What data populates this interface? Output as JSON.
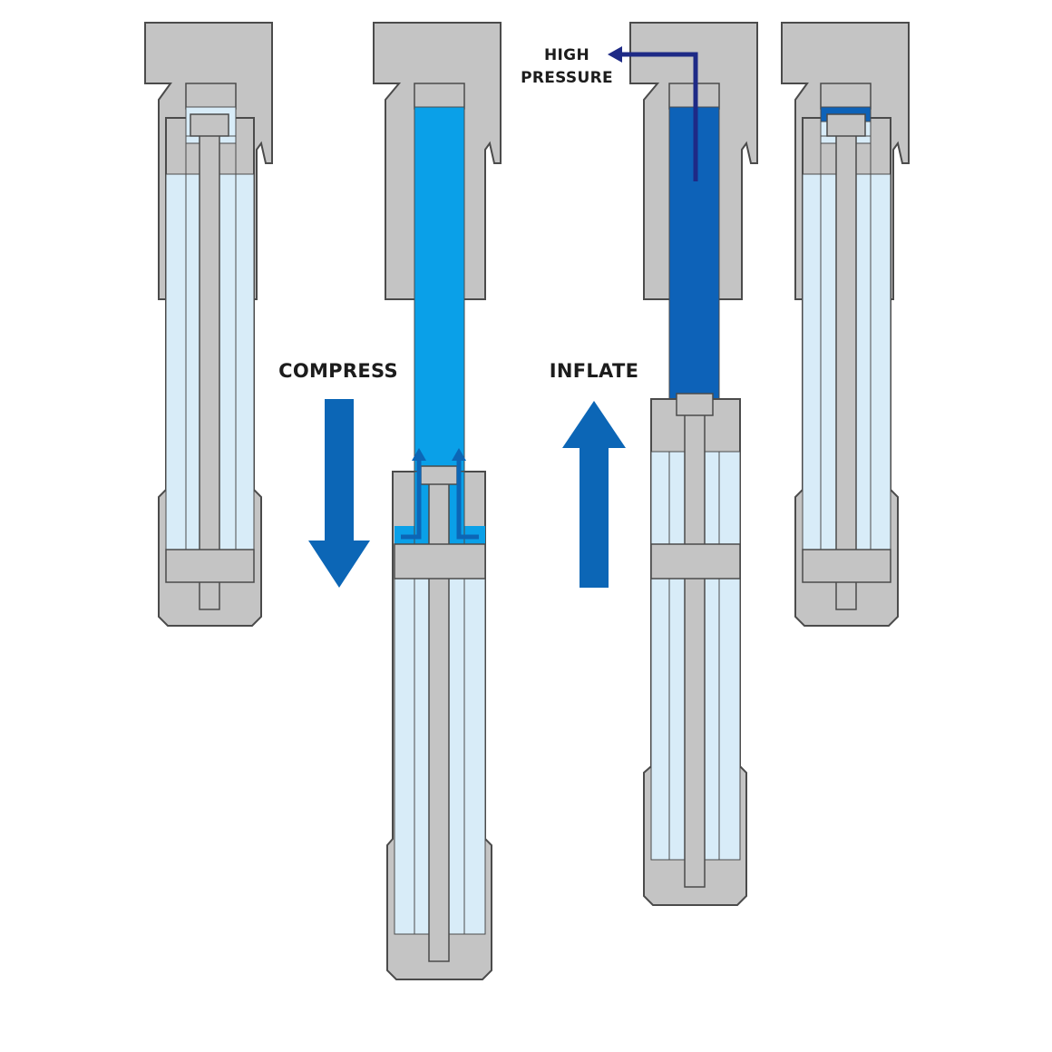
{
  "labels": {
    "compress": "COMPRESS",
    "inflate": "INFLATE",
    "high_pressure_line1": "HIGH",
    "high_pressure_line2": "PRESSURE"
  },
  "colors": {
    "body_gray": "#c4c4c4",
    "outline": "#4b4b4b",
    "air_light": "#d8ecf8",
    "air_compressing": "#0aa0e8",
    "air_high_pressure": "#0d62b8",
    "arrow_blue": "#0c66b6",
    "arrow_navy": "#1e2a86"
  },
  "icons": {
    "compress_arrow": "arrow-down-icon",
    "inflate_arrow": "arrow-up-icon",
    "high_pressure_arrow": "elbow-arrow-left-icon",
    "airflow_arrows": "arrow-up-icon"
  }
}
